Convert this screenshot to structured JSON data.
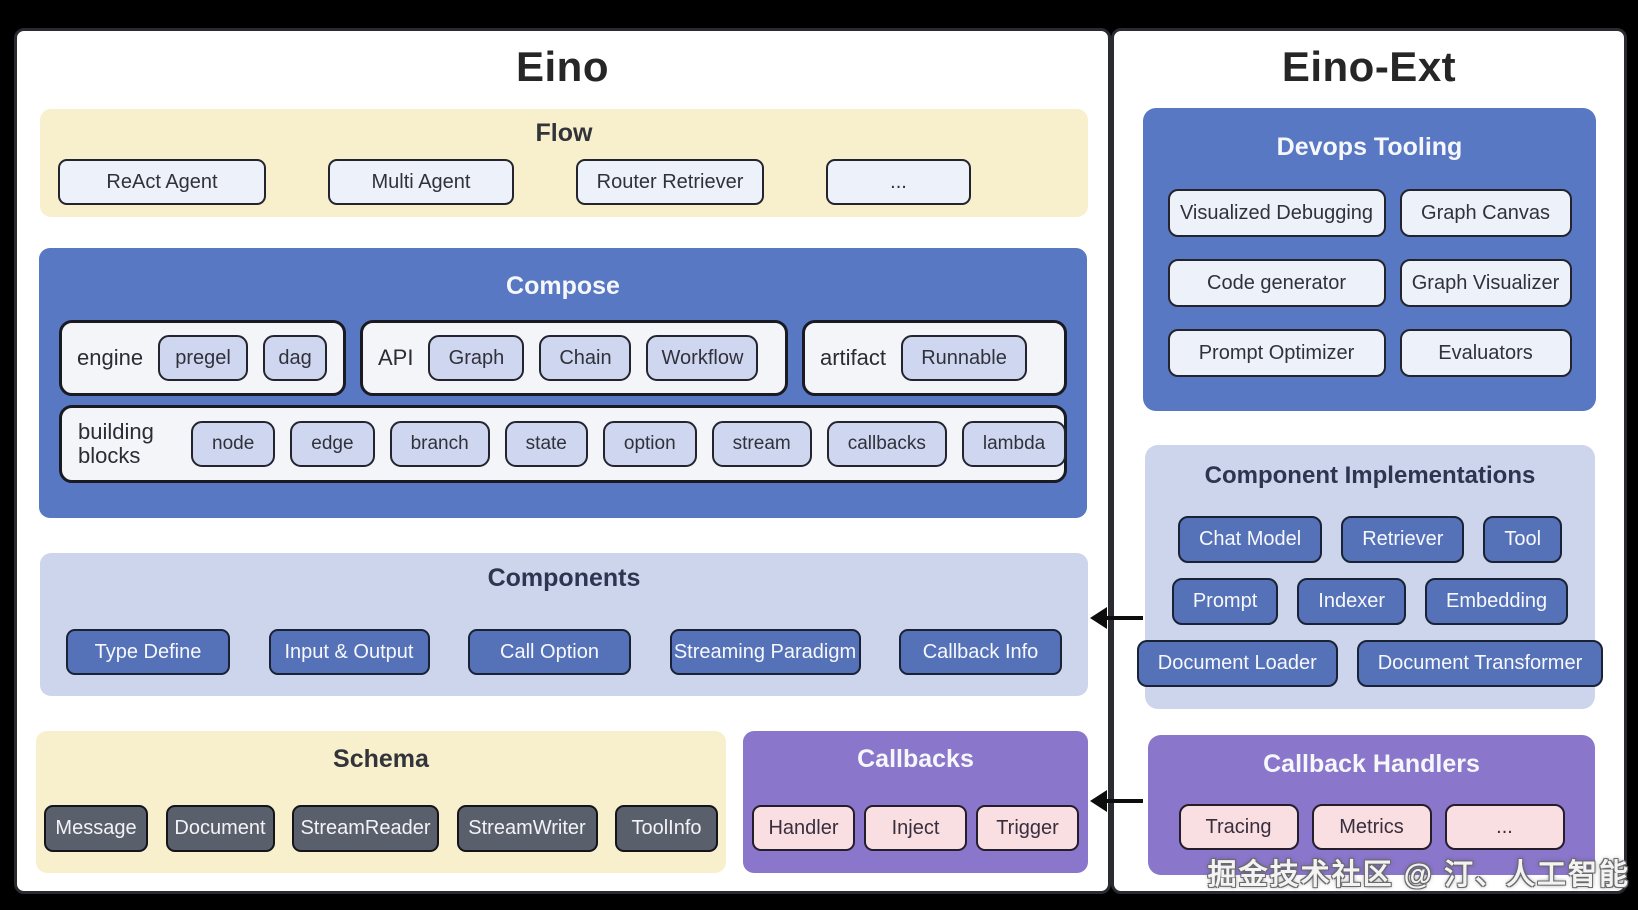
{
  "colors": {
    "blue": "#5878C3",
    "cream": "#F8EFCD",
    "lavender": "#CDD5ED",
    "purple": "#8A76CB",
    "chip_light": "#EDF1FA",
    "chip_lav": "#CFD7F0",
    "chip_blue": "#5571B8",
    "chip_dark": "#5A606B",
    "chip_pink": "#F9DFE1"
  },
  "watermark": "掘金技术社区 @ 汀、人工智能",
  "eino": {
    "title": "Eino",
    "flow": {
      "title": "Flow",
      "items": [
        "ReAct Agent",
        "Multi Agent",
        "Router Retriever",
        "..."
      ]
    },
    "compose": {
      "title": "Compose",
      "engine": {
        "label": "engine",
        "chips": [
          "pregel",
          "dag"
        ]
      },
      "api": {
        "label": "API",
        "chips": [
          "Graph",
          "Chain",
          "Workflow"
        ]
      },
      "artifact": {
        "label": "artifact",
        "chips": [
          "Runnable"
        ]
      },
      "building_blocks": {
        "label": "building blocks",
        "chips": [
          "node",
          "edge",
          "branch",
          "state",
          "option",
          "stream",
          "callbacks",
          "lambda"
        ]
      }
    },
    "components": {
      "title": "Components",
      "items": [
        "Type Define",
        "Input & Output",
        "Call Option",
        "Streaming Paradigm",
        "Callback Info"
      ]
    },
    "schema": {
      "title": "Schema",
      "items": [
        "Message",
        "Document",
        "StreamReader",
        "StreamWriter",
        "ToolInfo"
      ]
    },
    "callbacks": {
      "title": "Callbacks",
      "items": [
        "Handler",
        "Inject",
        "Trigger"
      ]
    }
  },
  "eino_ext": {
    "title": "Eino-Ext",
    "devops_tooling": {
      "title": "Devops Tooling",
      "items": [
        "Visualized Debugging",
        "Graph Canvas",
        "Code generator",
        "Graph Visualizer",
        "Prompt Optimizer",
        "Evaluators"
      ]
    },
    "component_implementations": {
      "title": "Component Implementations",
      "items": [
        "Chat Model",
        "Retriever",
        "Tool",
        "Prompt",
        "Indexer",
        "Embedding",
        "Document Loader",
        "Document Transformer"
      ]
    },
    "callback_handlers": {
      "title": "Callback Handlers",
      "items": [
        "Tracing",
        "Metrics",
        "..."
      ]
    }
  }
}
